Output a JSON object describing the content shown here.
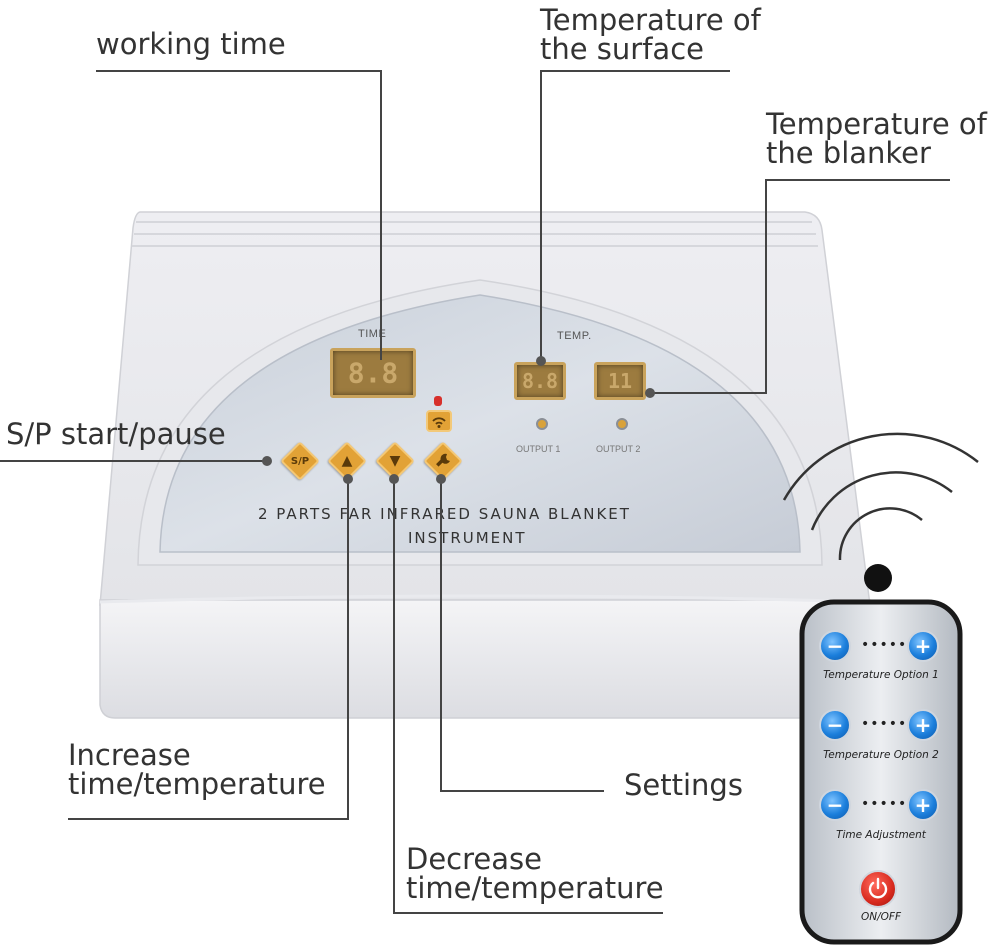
{
  "callouts": {
    "working_time": "working time",
    "temp_surface": "Temperature of\nthe surface",
    "temp_blanket": "Temperature of\nthe blanker",
    "sp": "S/P start/pause",
    "increase": "Increase\ntime/temperature",
    "settings": "Settings",
    "decrease": "Decrease\ntime/temperature"
  },
  "device": {
    "time_label": "TIME",
    "temp_label": "TEMP.",
    "time_display": "8.8",
    "temp_display_1": "8.8",
    "temp_display_2": "11",
    "output_1": "OUTPUT 1",
    "output_2": "OUTPUT 2",
    "sp_button": "S/P",
    "up_glyph": "▲",
    "down_glyph": "▼",
    "product_line_1": "2 PARTS FAR INFRARED SAUNA BLANKET",
    "product_line_2": "INSTRUMENT"
  },
  "remote": {
    "minus": "−",
    "plus": "+",
    "dots": "•••••",
    "option_1": "Temperature Option 1",
    "option_2": "Temperature Option 2",
    "option_3": "Time Adjustment",
    "power_label": "ON/OFF"
  },
  "icons": {
    "wrench": "wrench-icon",
    "signal": "wifi-signal-icon",
    "power": "power-icon"
  },
  "colors": {
    "panel_button": "#e2a236",
    "remote_button": "#1c7fdc",
    "power_button": "#d82a1e",
    "display": "#9c7b3f"
  }
}
